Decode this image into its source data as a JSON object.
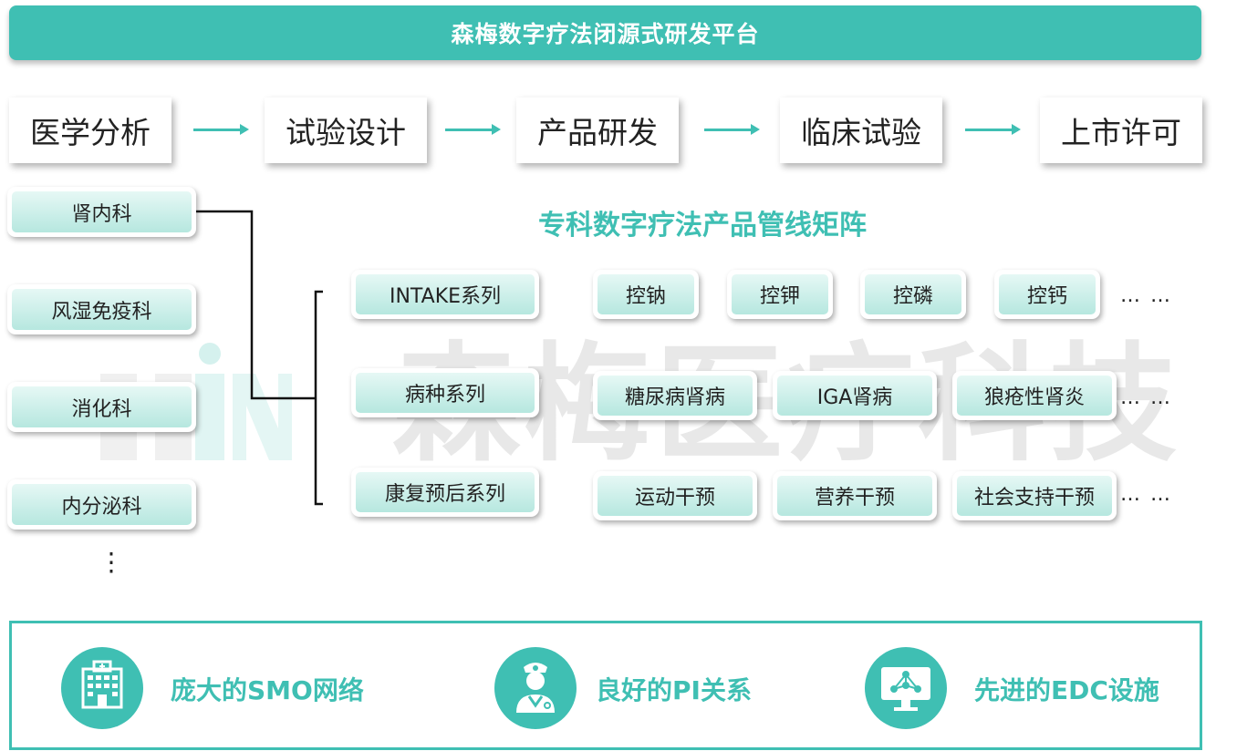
{
  "header": {
    "title": "森梅数字疗法闭源式研发平台"
  },
  "stages": [
    "医学分析",
    "试验设计",
    "产品研发",
    "临床试验",
    "上市许可"
  ],
  "departments": [
    "肾内科",
    "风湿免疫科",
    "消化科",
    "内分泌科"
  ],
  "departments_more": "⋮",
  "matrix": {
    "title": "专科数字疗法产品管线矩阵",
    "series": [
      {
        "label": "INTAKE系列",
        "products": [
          "控钠",
          "控钾",
          "控磷",
          "控钙"
        ],
        "more": "… …"
      },
      {
        "label": "病种系列",
        "products": [
          "糖尿病肾病",
          "IGA肾病",
          "狼疮性肾炎"
        ],
        "more": "… …"
      },
      {
        "label": "康复预后系列",
        "products": [
          "运动干预",
          "营养干预",
          "社会支持干预"
        ],
        "more": "… …"
      }
    ]
  },
  "watermark": {
    "text": "森梅医疗科技"
  },
  "features": [
    {
      "label": "庞大的SMO网络",
      "icon": "hospital-building-icon"
    },
    {
      "label": "良好的PI关系",
      "icon": "doctor-icon"
    },
    {
      "label": "先进的EDC设施",
      "icon": "monitor-network-icon"
    }
  ],
  "colors": {
    "accent": "#3fbfb3",
    "pill_fill": "#c9eee8"
  }
}
